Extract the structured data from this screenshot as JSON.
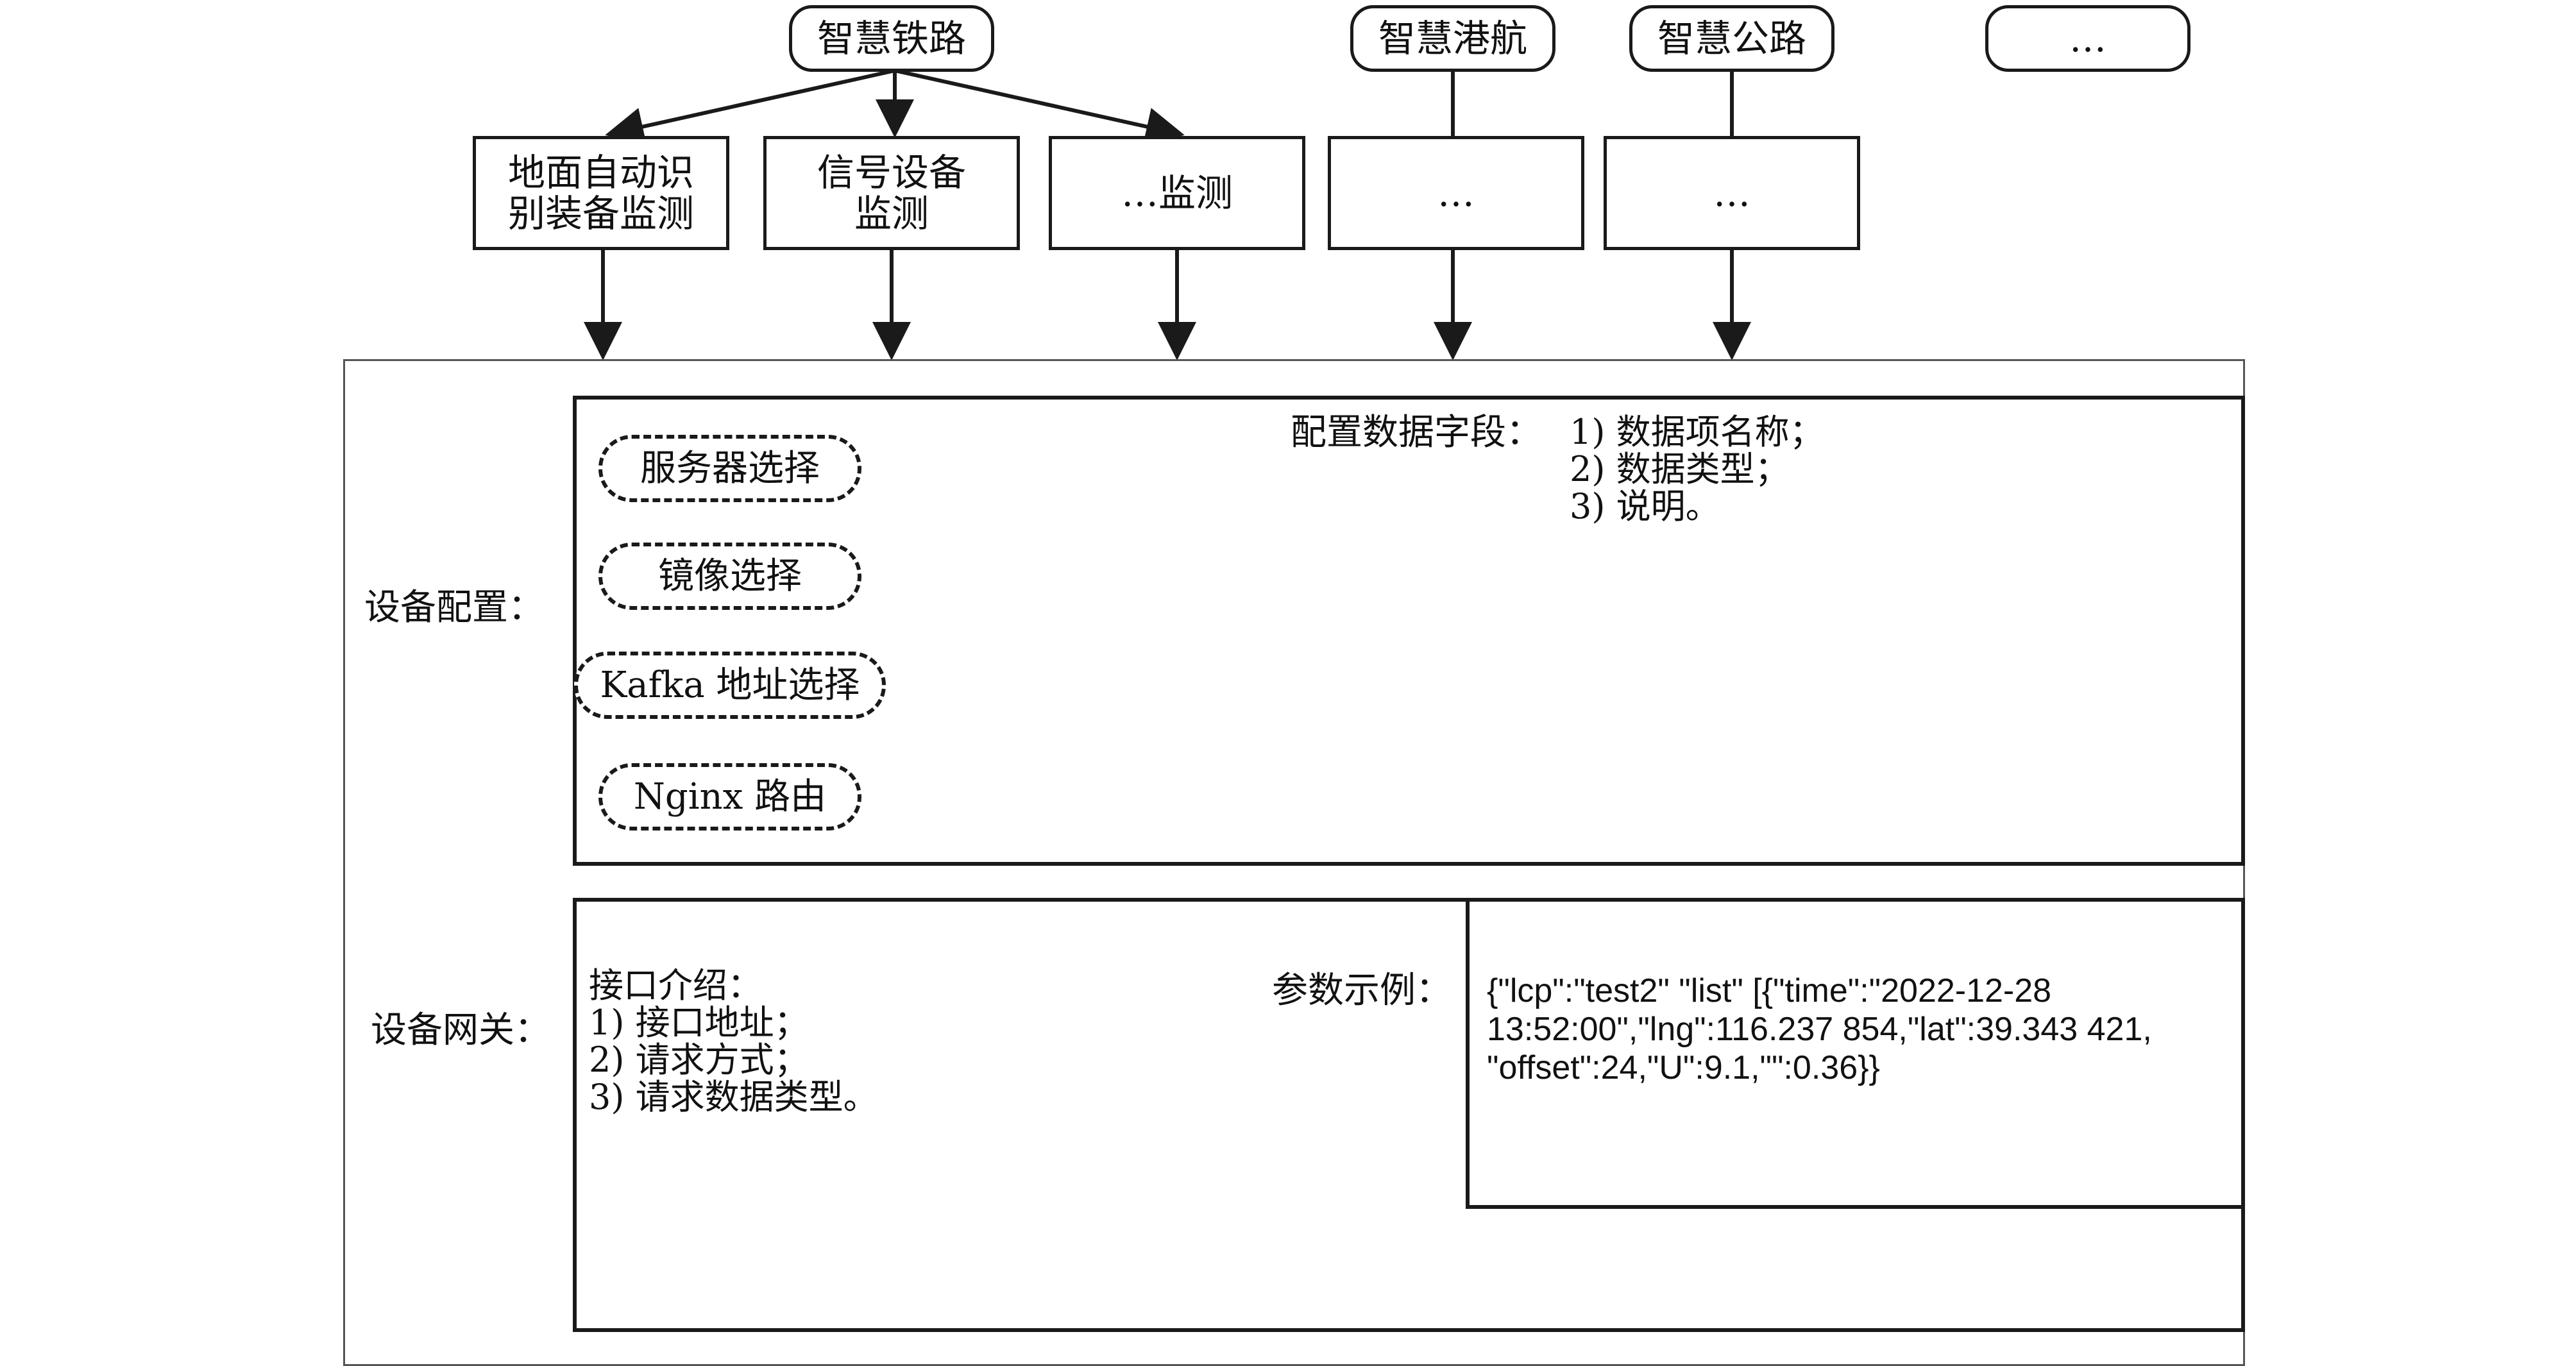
{
  "domains": {
    "railway": "智慧铁路",
    "port": "智慧港航",
    "highway": "智慧公路",
    "more": "…"
  },
  "monitors": {
    "ground_auto": "地面自动识\n别装备监测",
    "signal": "信号设备\n监测",
    "other": "…监测",
    "port_more": "…",
    "highway_more": "…"
  },
  "device_config": {
    "label": "设备配置：",
    "options": [
      "服务器选择",
      "镜像选择",
      "Kafka 地址选择",
      "Nginx 路由"
    ],
    "fields_title": "配置数据字段：",
    "fields": [
      "1) 数据项名称；",
      "2) 数据类型；",
      "3) 说明。"
    ]
  },
  "device_gateway": {
    "label": "设备网关：",
    "intro_title": "接口介绍：",
    "intro_items": [
      "1) 接口地址；",
      "2) 请求方式；",
      "3) 请求数据类型。"
    ],
    "example_label": "参数示例：",
    "example_json": "{\"lcp\":\"test2\" \"list\" [{\"time\":\"2022-12-28\n13:52:00\",\"lng\":116.237 854,\"lat\":39.343 421,\n\"offset\":24,\"U\":9.1,\"\":0.36}}"
  },
  "colors": {
    "line": "#1a1a1a",
    "outer_frame": "#555555",
    "background": "#ffffff"
  }
}
